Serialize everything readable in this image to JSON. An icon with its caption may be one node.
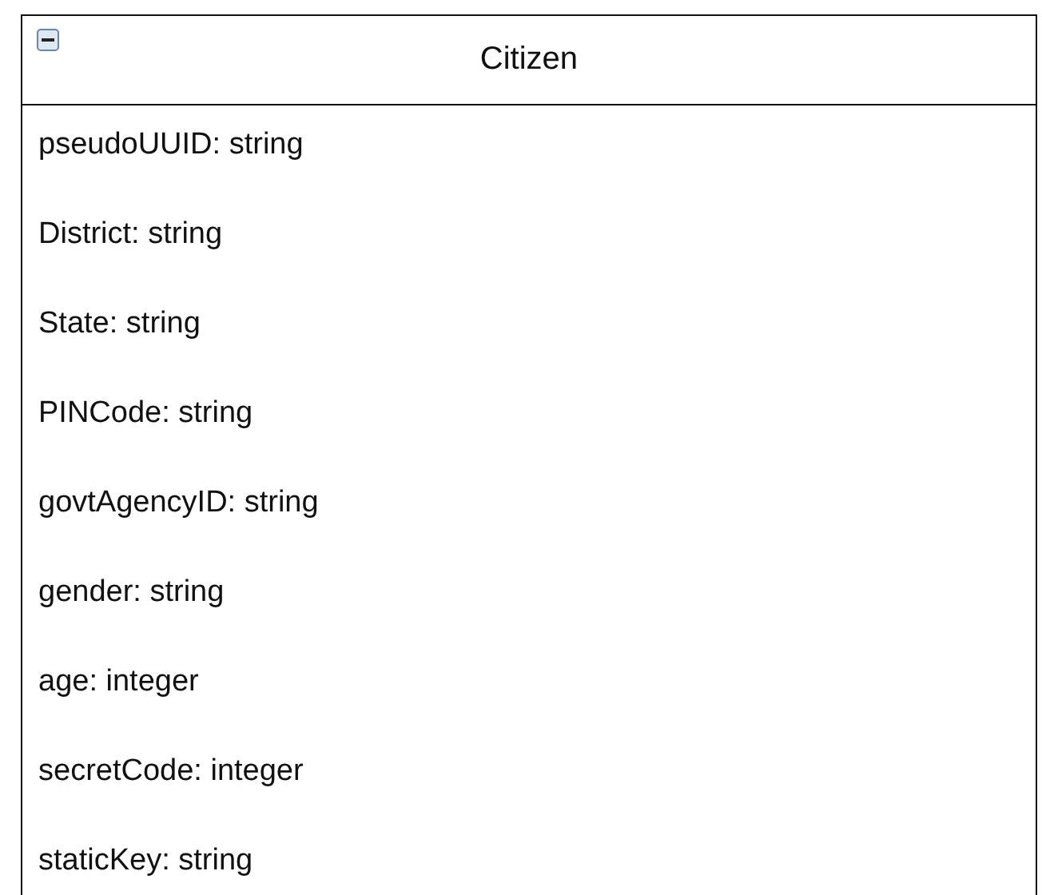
{
  "diagram": {
    "nodes": [
      {
        "text": [
          "Citizen",
          "pseudoUUID: string",
          "District: string",
          "State: string",
          "PINCode: string",
          "govtAgencyID: string",
          "gender: string",
          "age: integer",
          "secretCode: integer",
          "staticKey: string"
        ]
      }
    ]
  }
}
